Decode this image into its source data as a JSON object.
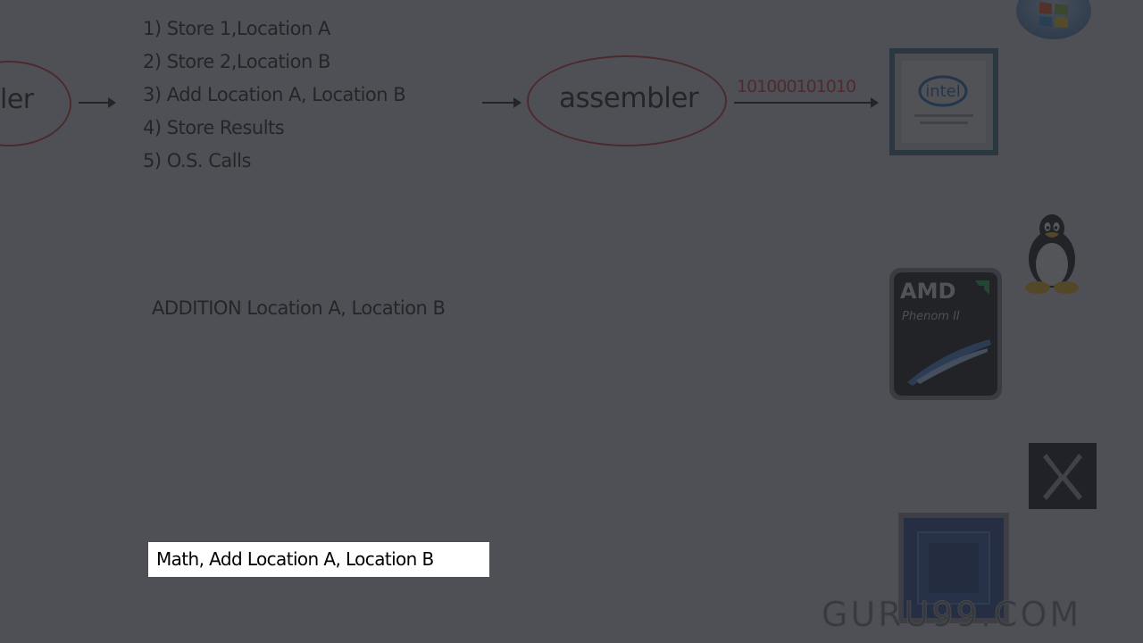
{
  "scene": {
    "left_fragment": "ler",
    "assembly_steps": [
      "1) Store 1,Location A",
      "2) Store 2,Location B",
      "3) Add Location A, Location B",
      "4) Store Results",
      "5) O.S. Calls"
    ],
    "assembler_label": "assembler",
    "binary_output": "101000101010",
    "addition_statement": "ADDITION Location A, Location B"
  },
  "chips": {
    "intel_label": "intel",
    "amd_label": "AMD",
    "amd_sub_label": "Phenom II"
  },
  "caption": {
    "text": "Math, Add Location A, Location B"
  },
  "watermark": {
    "text": "GURU99.COM"
  },
  "icons": {
    "windows": "windows-logo-icon",
    "linux": "tux-penguin-icon",
    "intel": "intel-processor-icon",
    "amd": "amd-processor-icon",
    "mac": "mac-os-x-icon",
    "chip": "generic-processor-icon"
  },
  "colors": {
    "red_ink": "#c83030",
    "dim_overlay": "#28292e",
    "caption_bg": "#ffffff"
  }
}
